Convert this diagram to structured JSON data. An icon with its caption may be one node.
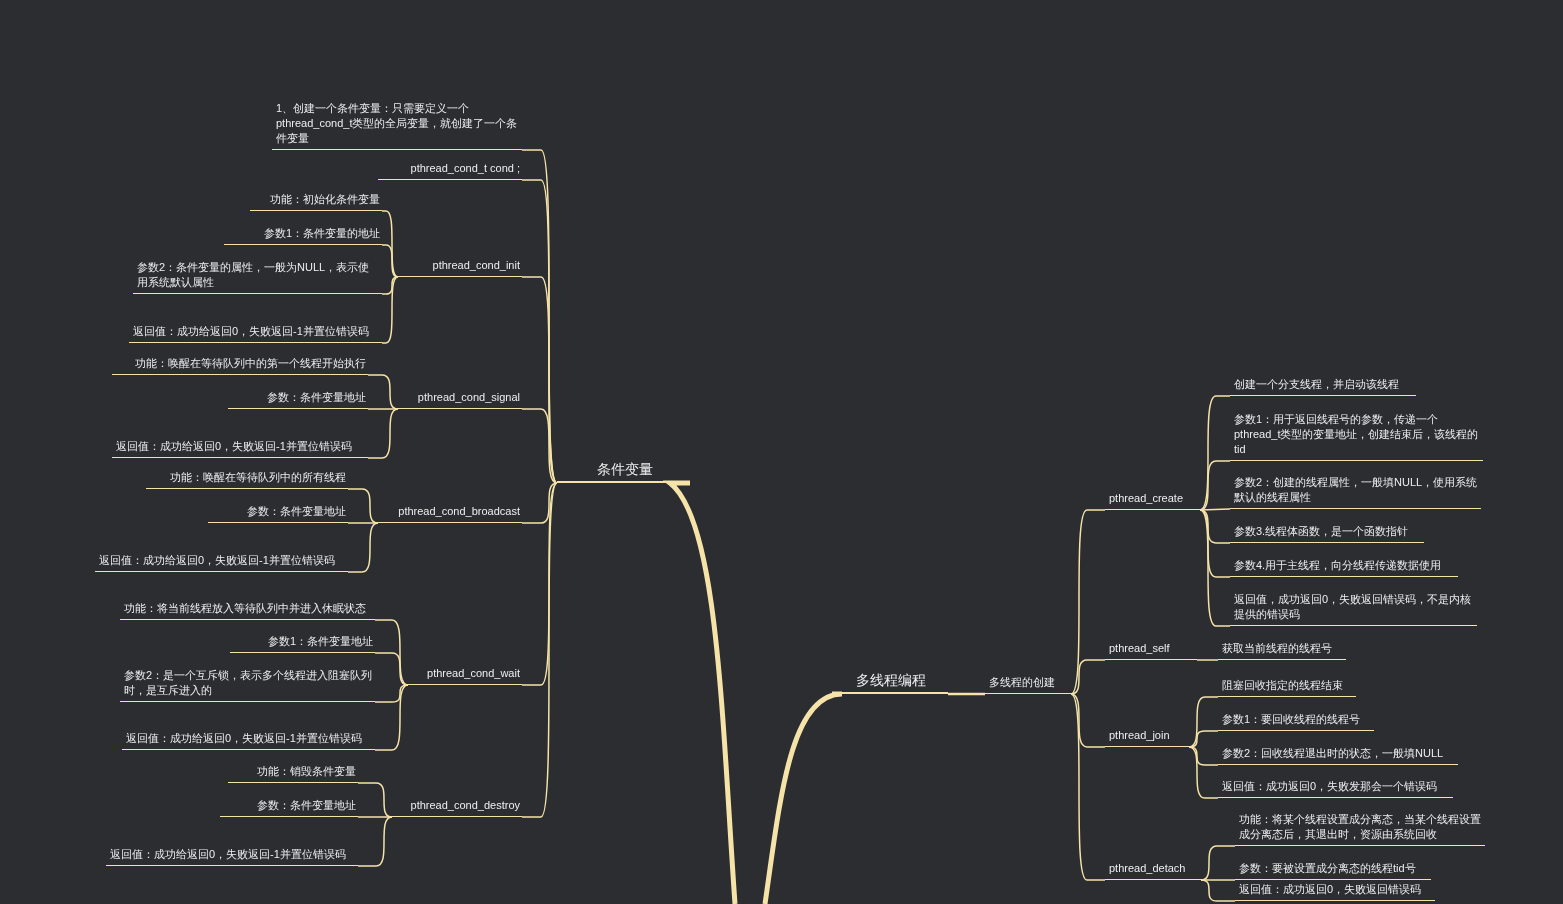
{
  "diagram": {
    "nodes": [
      {
        "text": [
          "条件变量"
        ]
      },
      {
        "text": [
          "1、创建一个条件变量：只需要定义一个pthread_cond_t类型的全局变量，就创建了一个条件变量"
        ]
      },
      {
        "text": [
          "pthread_cond_t cond ;"
        ]
      },
      {
        "text": [
          "pthread_cond_init"
        ]
      },
      {
        "text": [
          "功能：初始化条件变量"
        ]
      },
      {
        "text": [
          "参数1：条件变量的地址"
        ]
      },
      {
        "text": [
          "参数2：条件变量的属性，一般为NULL，表示使用系统默认属性"
        ]
      },
      {
        "text": [
          "返回值：成功给返回0，失败返回-1并置位错误码"
        ]
      },
      {
        "text": [
          "pthread_cond_signal"
        ]
      },
      {
        "text": [
          "功能：唤醒在等待队列中的第一个线程开始执行"
        ]
      },
      {
        "text": [
          "参数：条件变量地址"
        ]
      },
      {
        "text": [
          "返回值：成功给返回0，失败返回-1并置位错误码"
        ]
      },
      {
        "text": [
          "pthread_cond_broadcast"
        ]
      },
      {
        "text": [
          "功能：唤醒在等待队列中的所有线程"
        ]
      },
      {
        "text": [
          "参数：条件变量地址"
        ]
      },
      {
        "text": [
          "返回值：成功给返回0，失败返回-1并置位错误码"
        ]
      },
      {
        "text": [
          "pthread_cond_wait"
        ]
      },
      {
        "text": [
          "功能：将当前线程放入等待队列中并进入休眠状态"
        ]
      },
      {
        "text": [
          "参数1：条件变量地址"
        ]
      },
      {
        "text": [
          "参数2：是一个互斥锁，表示多个线程进入阻塞队列时，是互斥进入的"
        ]
      },
      {
        "text": [
          "返回值：成功给返回0，失败返回-1并置位错误码"
        ]
      },
      {
        "text": [
          "pthread_cond_destroy"
        ]
      },
      {
        "text": [
          "功能：销毁条件变量"
        ]
      },
      {
        "text": [
          "参数：条件变量地址"
        ]
      },
      {
        "text": [
          "返回值：成功给返回0，失败返回-1并置位错误码"
        ]
      },
      {
        "text": [
          "多线程编程"
        ]
      },
      {
        "text": [
          "多线程的创建"
        ]
      },
      {
        "text": [
          "pthread_create"
        ]
      },
      {
        "text": [
          "创建一个分支线程，并启动该线程"
        ]
      },
      {
        "text": [
          "参数1：用于返回线程号的参数，传递一个pthread_t类型的变量地址，创建结束后，该线程的 tid"
        ]
      },
      {
        "text": [
          "参数2：创建的线程属性，一般填NULL，使用系统默认的线程属性"
        ]
      },
      {
        "text": [
          "参数3.线程体函数，是一个函数指针"
        ]
      },
      {
        "text": [
          "参数4.用于主线程，向分线程传递数据使用"
        ]
      },
      {
        "text": [
          "返回值，成功返回0，失败返回错误码，不是内核提供的错误码"
        ]
      },
      {
        "text": [
          "pthread_self"
        ]
      },
      {
        "text": [
          "获取当前线程的线程号"
        ]
      },
      {
        "text": [
          "pthread_join"
        ]
      },
      {
        "text": [
          "阻塞回收指定的线程结束"
        ]
      },
      {
        "text": [
          "参数1：要回收线程的线程号"
        ]
      },
      {
        "text": [
          "参数2：回收线程退出时的状态，一般填NULL"
        ]
      },
      {
        "text": [
          "返回值：成功返回0，失败发那会一个错误码"
        ]
      },
      {
        "text": [
          "pthread_detach"
        ]
      },
      {
        "text": [
          "功能：将某个线程设置成分离态，当某个线程设置成分离态后，其退出时，资源由系统回收"
        ]
      },
      {
        "text": [
          "参数：要被设置成分离态的线程tid号"
        ]
      },
      {
        "text": [
          "返回值：成功返回0，失败返回错误码"
        ]
      }
    ],
    "edges": [
      {
        "from": null,
        "to": 0,
        "arrow": "none",
        "style": "thick"
      },
      {
        "from": 0,
        "to": 1,
        "arrow": "none"
      },
      {
        "from": 0,
        "to": 2,
        "arrow": "none"
      },
      {
        "from": 0,
        "to": 3,
        "arrow": "none"
      },
      {
        "from": 3,
        "to": 4,
        "arrow": "none"
      },
      {
        "from": 3,
        "to": 5,
        "arrow": "none"
      },
      {
        "from": 3,
        "to": 6,
        "arrow": "none"
      },
      {
        "from": 3,
        "to": 7,
        "arrow": "none"
      },
      {
        "from": 0,
        "to": 8,
        "arrow": "none"
      },
      {
        "from": 8,
        "to": 9,
        "arrow": "none"
      },
      {
        "from": 8,
        "to": 10,
        "arrow": "none"
      },
      {
        "from": 8,
        "to": 11,
        "arrow": "none"
      },
      {
        "from": 0,
        "to": 12,
        "arrow": "none"
      },
      {
        "from": 12,
        "to": 13,
        "arrow": "none"
      },
      {
        "from": 12,
        "to": 14,
        "arrow": "none"
      },
      {
        "from": 12,
        "to": 15,
        "arrow": "none"
      },
      {
        "from": 0,
        "to": 16,
        "arrow": "none"
      },
      {
        "from": 16,
        "to": 17,
        "arrow": "none"
      },
      {
        "from": 16,
        "to": 18,
        "arrow": "none"
      },
      {
        "from": 16,
        "to": 19,
        "arrow": "none"
      },
      {
        "from": 16,
        "to": 20,
        "arrow": "none"
      },
      {
        "from": 0,
        "to": 21,
        "arrow": "none"
      },
      {
        "from": 21,
        "to": 22,
        "arrow": "none"
      },
      {
        "from": 21,
        "to": 23,
        "arrow": "none"
      },
      {
        "from": 21,
        "to": 24,
        "arrow": "none"
      },
      {
        "from": null,
        "to": 25,
        "arrow": "none",
        "style": "thick"
      },
      {
        "from": 25,
        "to": 26,
        "arrow": "none"
      },
      {
        "from": 26,
        "to": 27,
        "arrow": "none"
      },
      {
        "from": 27,
        "to": 28,
        "arrow": "none"
      },
      {
        "from": 27,
        "to": 29,
        "arrow": "none"
      },
      {
        "from": 27,
        "to": 30,
        "arrow": "none"
      },
      {
        "from": 27,
        "to": 31,
        "arrow": "none"
      },
      {
        "from": 27,
        "to": 32,
        "arrow": "none"
      },
      {
        "from": 27,
        "to": 33,
        "arrow": "none"
      },
      {
        "from": 26,
        "to": 34,
        "arrow": "none"
      },
      {
        "from": 34,
        "to": 35,
        "arrow": "none"
      },
      {
        "from": 26,
        "to": 36,
        "arrow": "none"
      },
      {
        "from": 36,
        "to": 37,
        "arrow": "none"
      },
      {
        "from": 36,
        "to": 38,
        "arrow": "none"
      },
      {
        "from": 36,
        "to": 39,
        "arrow": "none"
      },
      {
        "from": 36,
        "to": 40,
        "arrow": "none"
      },
      {
        "from": 26,
        "to": 41,
        "arrow": "none"
      },
      {
        "from": 41,
        "to": 42,
        "arrow": "none"
      },
      {
        "from": 41,
        "to": 43,
        "arrow": "none"
      },
      {
        "from": 41,
        "to": 44,
        "arrow": "none"
      }
    ]
  }
}
